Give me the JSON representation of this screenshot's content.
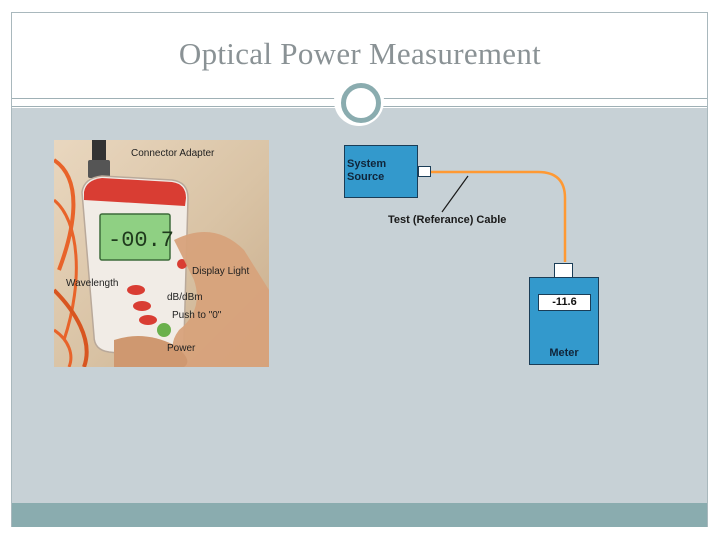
{
  "slide": {
    "title": "Optical Power Measurement"
  },
  "photo": {
    "labels": {
      "connector_adapter": "Connector Adapter",
      "display_light": "Display Light",
      "wavelength": "Wavelength",
      "db_dbm": "dB/dBm",
      "push_to_zero": "Push to \"0\"",
      "power": "Power",
      "display_reading": "-00.7"
    }
  },
  "diagram": {
    "source_label": "System\nSource",
    "cable_label": "Test (Referance) Cable",
    "meter_reading": "-11.6",
    "meter_label": "Meter",
    "colors": {
      "box_fill": "#3399cc",
      "cable": "#ff9933"
    }
  }
}
